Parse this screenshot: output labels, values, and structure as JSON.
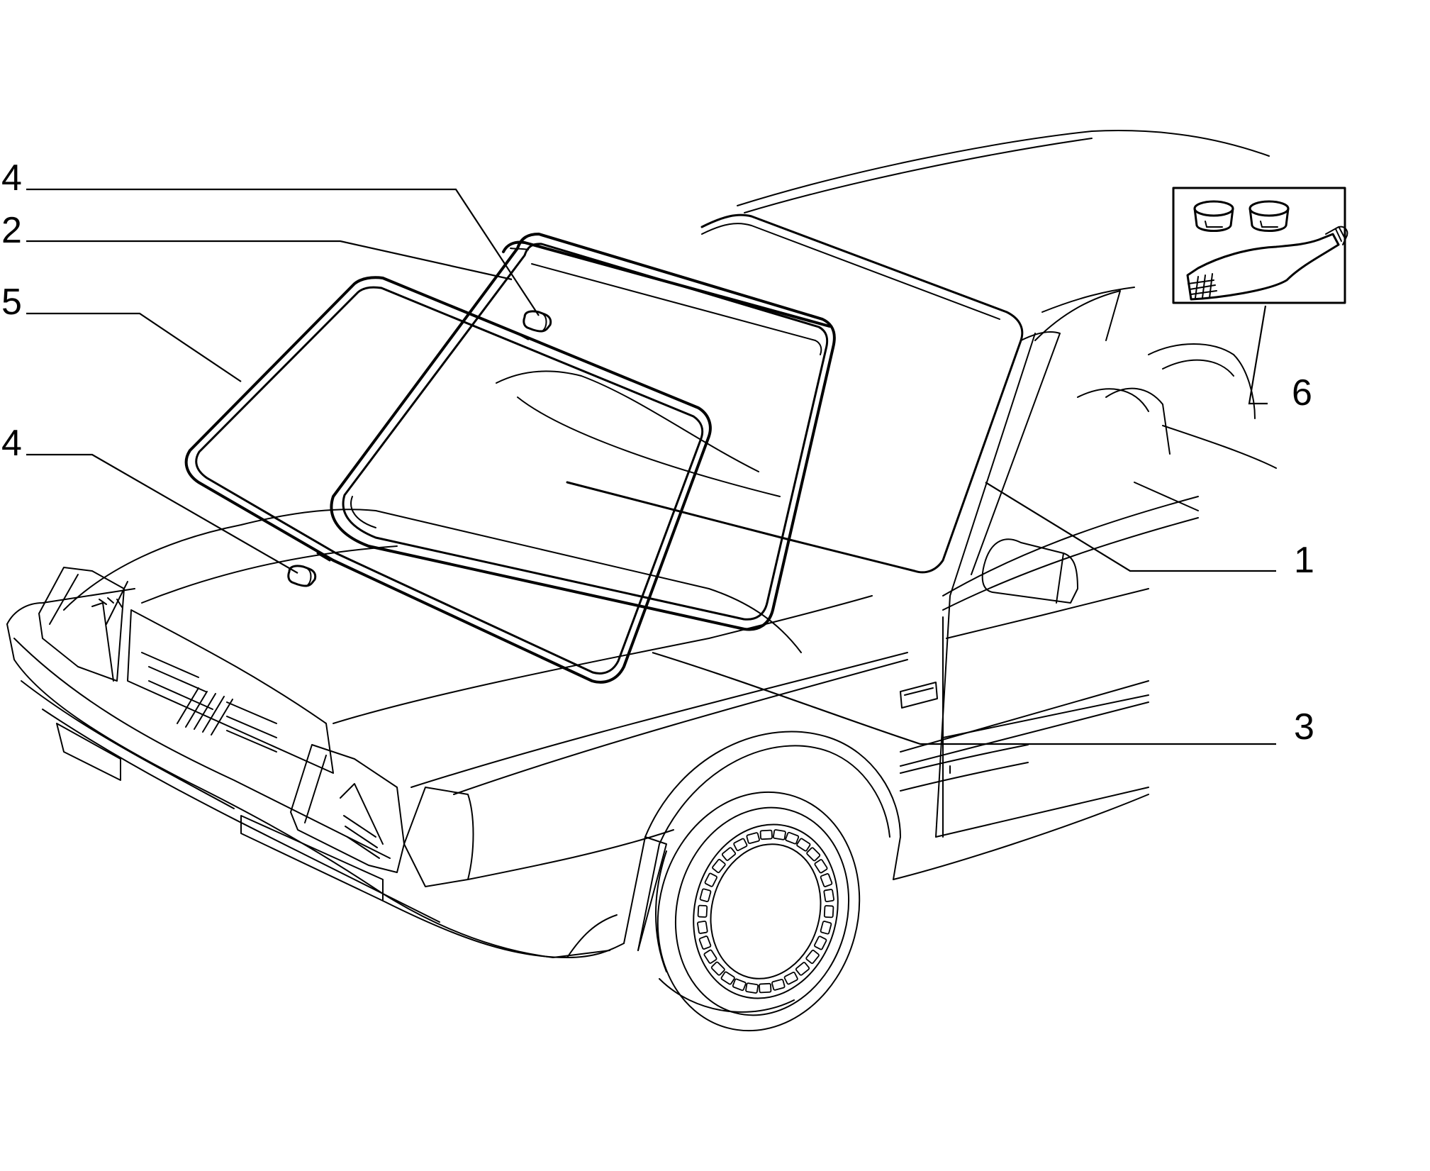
{
  "callouts": {
    "c4_top": "4",
    "c2": "2",
    "c5": "5",
    "c4_bottom": "4",
    "c1": "1",
    "c3": "3",
    "c6": "6"
  }
}
